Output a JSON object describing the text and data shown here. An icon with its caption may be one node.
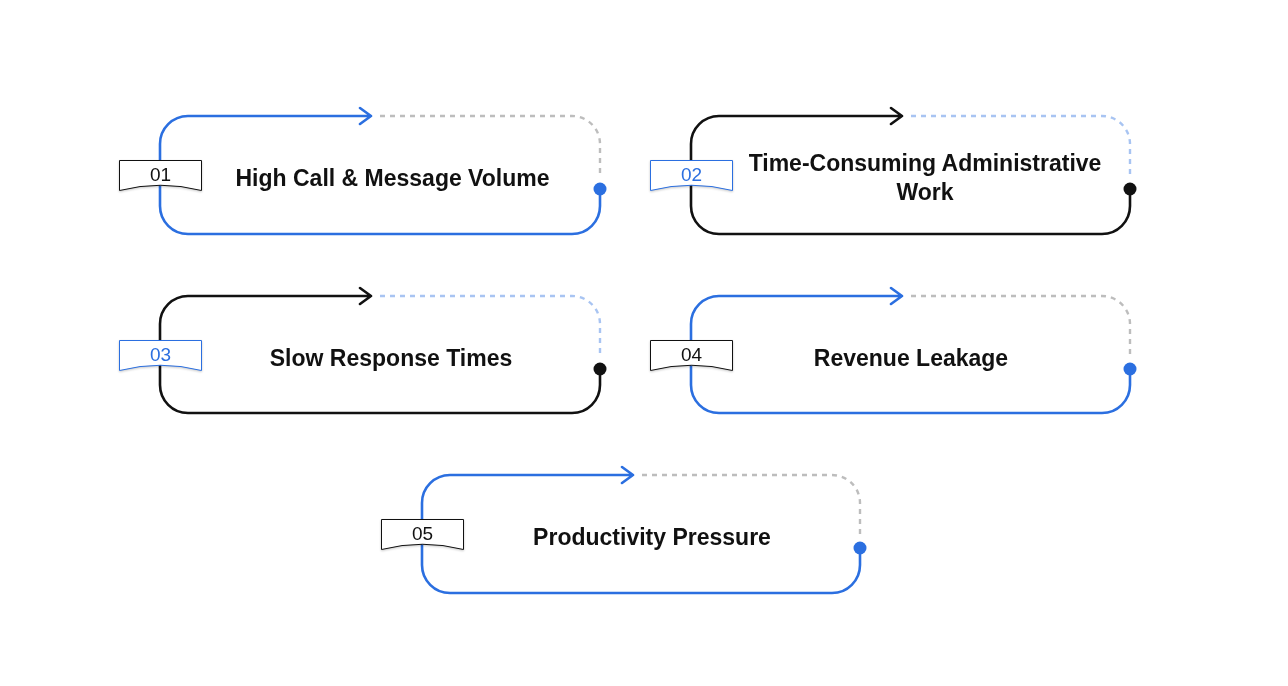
{
  "diagram": {
    "nodes": [
      {
        "text": [
          "01"
        ]
      },
      {
        "text": [
          "High Call & Message Volume"
        ]
      },
      {
        "text": [
          "02"
        ]
      },
      {
        "text": [
          "Time-Consuming Administrative Work"
        ]
      },
      {
        "text": [
          "03"
        ]
      },
      {
        "text": [
          "Slow Response Times"
        ]
      },
      {
        "text": [
          "04"
        ]
      },
      {
        "text": [
          "Revenue Leakage"
        ]
      },
      {
        "text": [
          "05"
        ]
      },
      {
        "text": [
          "Productivity Pressure"
        ]
      }
    ]
  }
}
